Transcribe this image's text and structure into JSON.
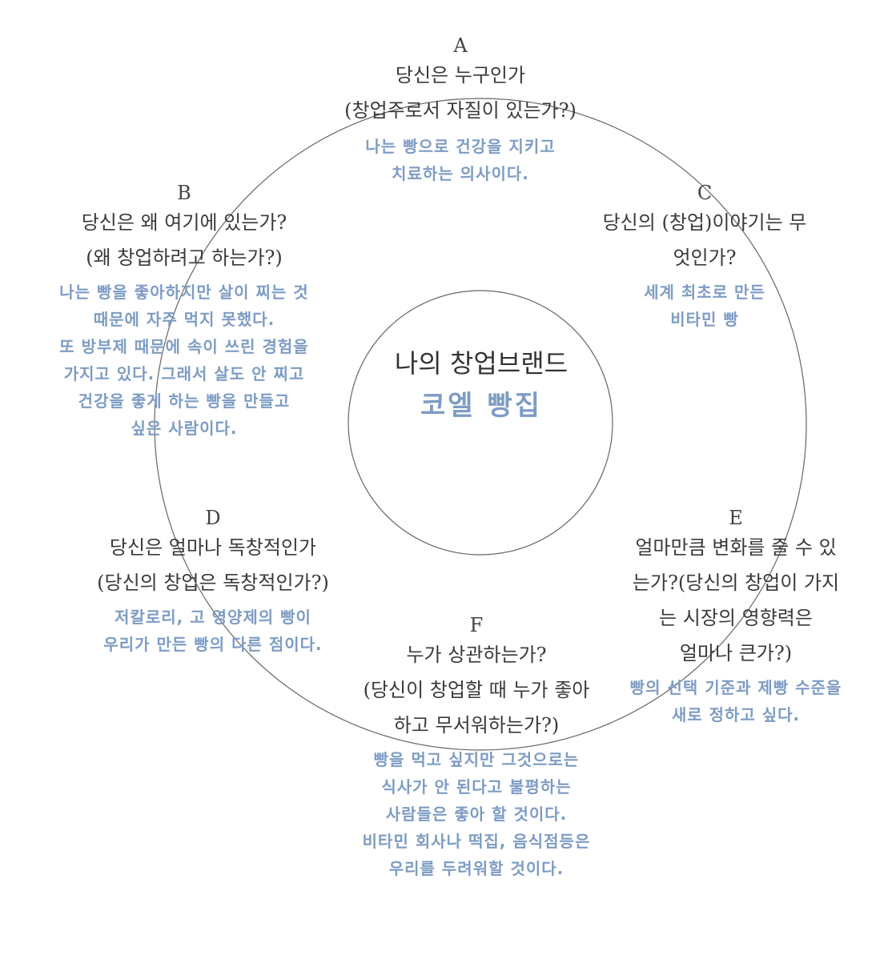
{
  "center": {
    "title": "나의 창업브랜드",
    "brand": "코엘 빵집"
  },
  "nodes": {
    "a": {
      "letter": "A",
      "question": "당신은 누구인가\n(창업주로서 자질이 있는가?)",
      "answer": "나는 빵으로 건강을 지키고\n치료하는 의사이다."
    },
    "b": {
      "letter": "B",
      "question": "당신은 왜 여기에 있는가?\n(왜 창업하려고 하는가?)",
      "answer": "나는 빵을 좋아하지만 살이 찌는 것\n때문에 자주 먹지 못했다.\n또 방부제 때문에 속이 쓰린 경험을\n가지고 있다. 그래서 살도 안 찌고\n건강을 좋게 하는 빵을 만들고\n싶은 사람이다."
    },
    "c": {
      "letter": "C",
      "question": "당신의 (창업)이야기는 무\n엇인가?",
      "answer": "세계 최초로 만든\n비타민 빵"
    },
    "d": {
      "letter": "D",
      "question": "당신은 얼마나 독창적인가\n(당신의 창업은 독창적인가?)",
      "answer": "저칼로리, 고 영양제의 빵이\n우리가 만든 빵의 다른 점이다."
    },
    "e": {
      "letter": "E",
      "question": "얼마만큼 변화를 줄 수 있\n는가?(당신의 창업이 가지\n는 시장의 영향력은\n얼마나 큰가?)",
      "answer": "빵의 선택 기준과 제빵 수준을\n새로 정하고 싶다."
    },
    "f": {
      "letter": "F",
      "question": "누가 상관하는가?\n(당신이 창업할 때 누가 좋아\n하고 무서워하는가?)",
      "answer": "빵을 먹고 싶지만 그것으로는\n식사가 안 된다고 불평하는\n사람들은 좋아 할 것이다.\n비타민 회사나 떡집, 음식점등은\n우리를 두려워할 것이다."
    }
  },
  "colors": {
    "ring": "#6b655c",
    "answer": "#7d9cc4",
    "text": "#3a3a3a"
  }
}
